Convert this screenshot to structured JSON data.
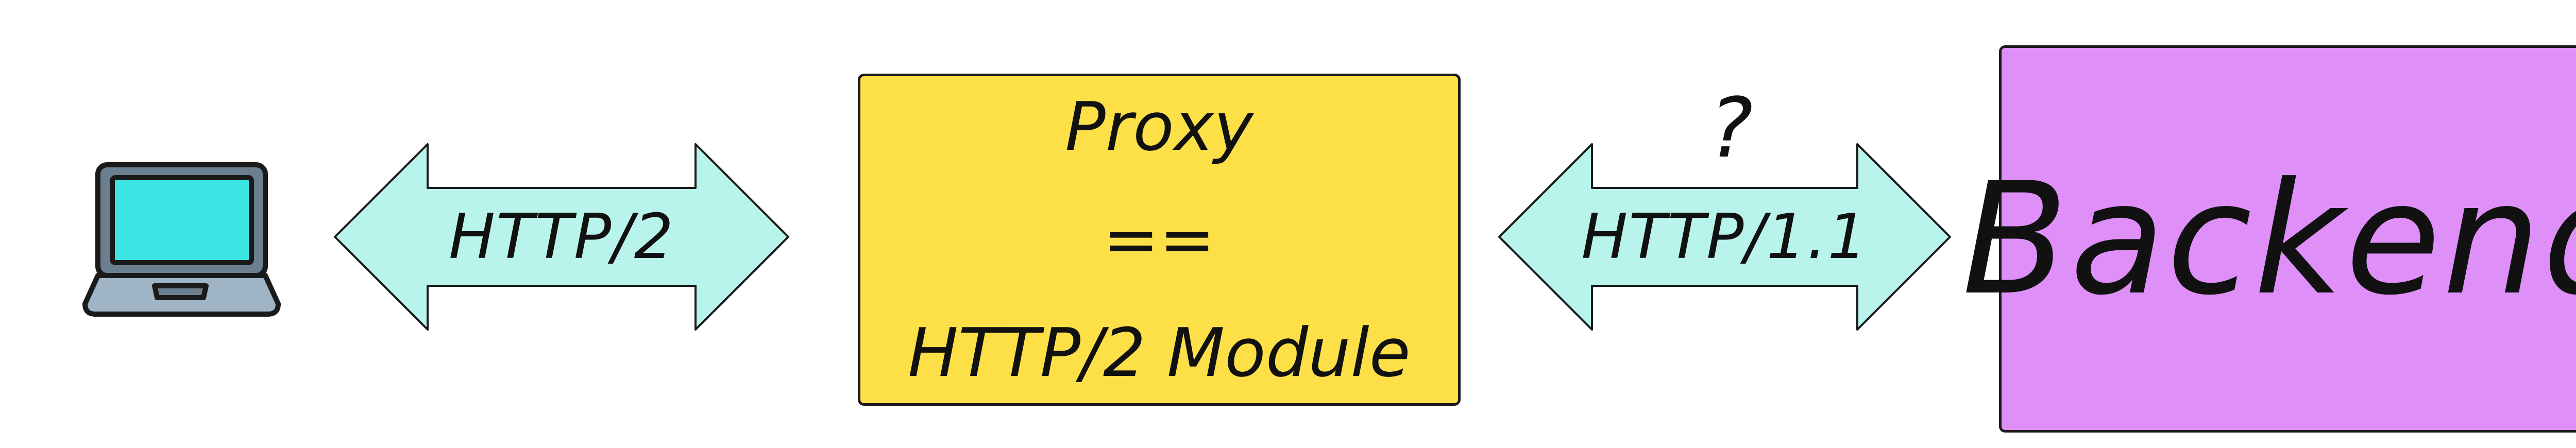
{
  "diagram": {
    "left_arrow": {
      "label": "HTTP/2"
    },
    "proxy": {
      "lines": [
        "Proxy",
        "==",
        "HTTP/2 Module"
      ]
    },
    "right_arrow": {
      "label": "HTTP/1.1"
    },
    "question_mark": "?",
    "backend": {
      "label": "Backend"
    }
  },
  "icons": {
    "client": "laptop-icon"
  },
  "colors": {
    "arrow_fill": "#b8f4ec",
    "proxy_fill": "#fde047",
    "backend_fill": "#df90f8",
    "screen": "#3ce4e4",
    "laptop_body": "#9fb4c4",
    "outline": "#1a1a1a"
  }
}
